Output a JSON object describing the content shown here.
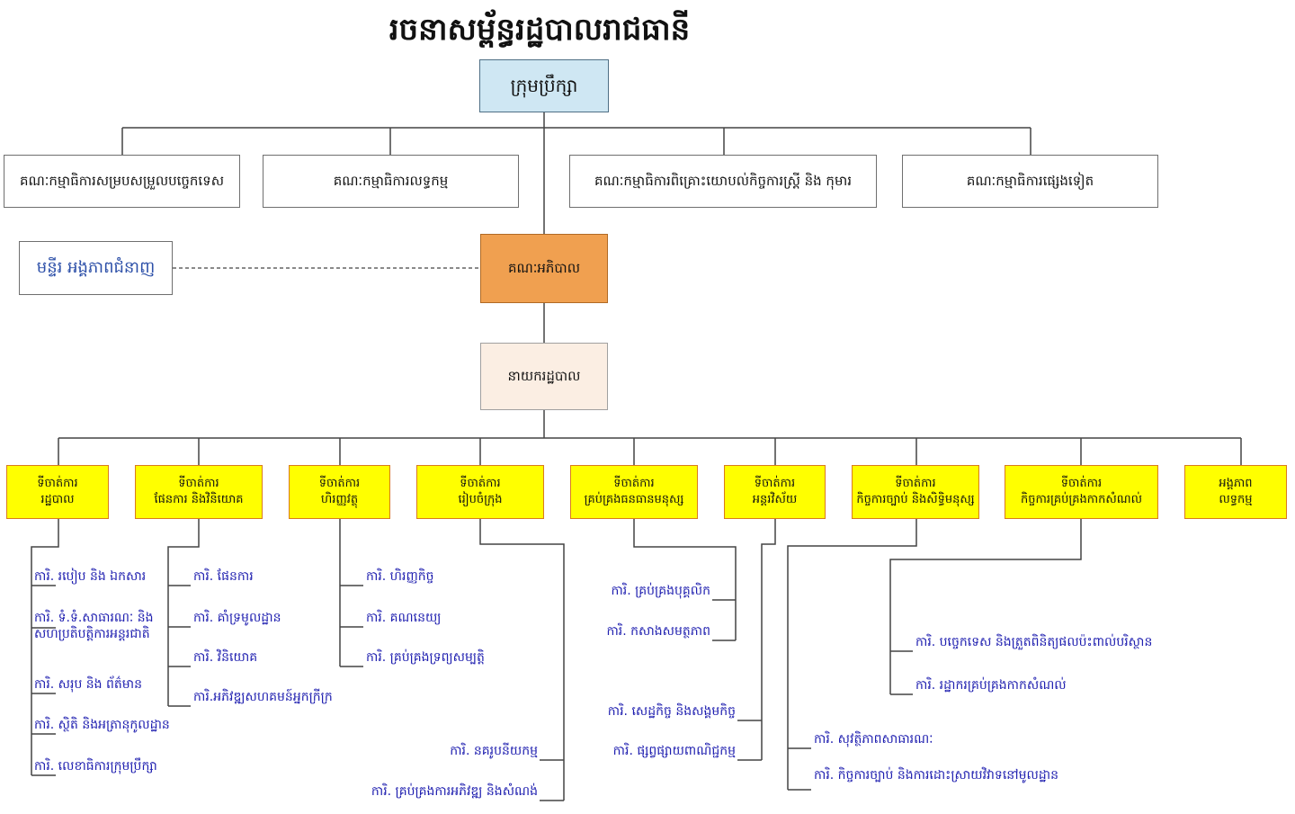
{
  "title": "រចនាសម្ព័ន្ធរដ្ឋបាលរាជធានី",
  "council": "ក្រុមប្រឹក្សា",
  "committees": [
    "គណៈកម្មាធិការសម្របសម្រួលបច្ចេកទេស",
    "គណៈកម្មាធិការលទ្ធកម្ម",
    "គណៈកម្មាធិការពិគ្រោះយោបល់កិច្ចការស្ត្រី និង កុមារ",
    "គណៈកម្មាធិការផ្សេងទៀត"
  ],
  "board": "គណៈអភិបាល",
  "side_unit": "មន្ទីរ អង្គភាពជំនាញ",
  "governor": "នាយករដ្ឋបាល",
  "departments": [
    {
      "line1": "ទីចាត់ការ",
      "line2": "រដ្ឋបាល"
    },
    {
      "line1": "ទីចាត់ការ",
      "line2": "ផែនការ និងវិនិយោគ"
    },
    {
      "line1": "ទីចាត់ការ",
      "line2": "ហិរញ្ញវត្ថុ"
    },
    {
      "line1": "ទីចាត់ការ",
      "line2": "រៀបចំក្រុង"
    },
    {
      "line1": "ទីចាត់ការ",
      "line2": "គ្រប់គ្រងធនធានមនុស្ស"
    },
    {
      "line1": "ទីចាត់ការ",
      "line2": "អន្តរវិស័យ"
    },
    {
      "line1": "ទីចាត់ការ",
      "line2": "កិច្ចការច្បាប់ និងសិទ្ធិមនុស្ស"
    },
    {
      "line1": "ទីចាត់ការ",
      "line2": "កិច្ចការគ្រប់គ្រងកាកសំណល់"
    },
    {
      "line1": "អង្គភាព",
      "line2": "លទ្ធកម្ម"
    }
  ],
  "units": {
    "admin": [
      {
        "line1": "ការិ. របៀប និង ឯកសារ"
      },
      {
        "line1": "ការិ. ទំ.ទំ.សាធារណៈ និង",
        "line2": "សហប្រតិបត្តិការអន្តរជាតិ"
      },
      {
        "line1": "ការិ. សរុប និង ព័ត៌មាន"
      },
      {
        "line1": "ការិ. ស្ថិតិ និងអត្រានុកូលដ្ឋាន"
      },
      {
        "line1": "ការិ. លេខាធិការក្រុមប្រឹក្សា"
      }
    ],
    "planning": [
      {
        "line1": "ការិ. ផែនការ"
      },
      {
        "line1": "ការិ. គាំទ្រមូលដ្ឋាន"
      },
      {
        "line1": "ការិ. វិនិយោគ"
      },
      {
        "line1": "ការិ.អភិវឌ្ឍសហគមន៍អ្នកក្រីក្រ"
      }
    ],
    "finance": [
      {
        "line1": "ការិ. ហិរញ្ញកិច្ច"
      },
      {
        "line1": "ការិ. គណនេយ្យ"
      },
      {
        "line1": "ការិ. គ្រប់គ្រងទ្រព្យសម្បត្តិ"
      }
    ],
    "urban": [
      {
        "line1": "ការិ. នគរូបនីយកម្ម"
      },
      {
        "line1": "ការិ. គ្រប់គ្រងការអភិវឌ្ឍ និងសំណង់"
      }
    ],
    "hr": [
      {
        "line1": "ការិ. គ្រប់គ្រងបុគ្គលិក"
      },
      {
        "line1": "ការិ. កសាងសមត្ថភាព"
      }
    ],
    "intersector": [
      {
        "line1": "ការិ. សេដ្ឋកិច្ច និងសង្គមកិច្ច"
      },
      {
        "line1": "ការិ. ផ្សព្វផ្សាយពាណិជ្ជកម្ម"
      }
    ],
    "legal": [
      {
        "line1": "ការិ. សុវត្ថិភាពសាធារណៈ"
      },
      {
        "line1": "ការិ. កិច្ចការច្បាប់ និងការដោះស្រាយវិវាទនៅមូលដ្ឋាន"
      }
    ],
    "waste": [
      {
        "line1": "ការិ. បច្ចេកទេស និងត្រួតពិនិត្យផលប៉ះពាល់បរិស្ថាន"
      },
      {
        "line1": "ការិ. រដ្ឋាករគ្រប់គ្រងកាកសំណល់"
      }
    ]
  }
}
